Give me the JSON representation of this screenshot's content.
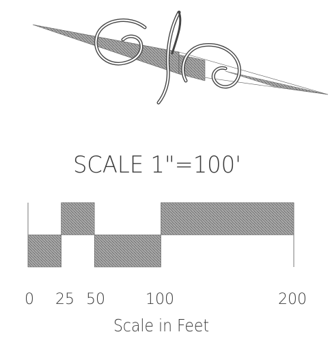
{
  "scale": {
    "title": "SCALE 1\"=100'",
    "caption": "Scale in Feet",
    "ticks": [
      {
        "value": 0,
        "label": "0"
      },
      {
        "value": 25,
        "label": "25"
      },
      {
        "value": 50,
        "label": "50"
      },
      {
        "value": 100,
        "label": "100"
      },
      {
        "value": 200,
        "label": "200"
      }
    ],
    "segments": [
      {
        "from": 0,
        "to": 25,
        "shaded_row": "bottom"
      },
      {
        "from": 25,
        "to": 50,
        "shaded_row": "top"
      },
      {
        "from": 50,
        "to": 100,
        "shaded_row": "bottom"
      },
      {
        "from": 100,
        "to": 200,
        "shaded_row": "top"
      }
    ]
  },
  "north_arrow": {
    "letter": "N",
    "style": "calligraphic"
  },
  "colors": {
    "ink": "#3a3a3a",
    "shade": "#8a8a8a",
    "background": "#ffffff"
  }
}
